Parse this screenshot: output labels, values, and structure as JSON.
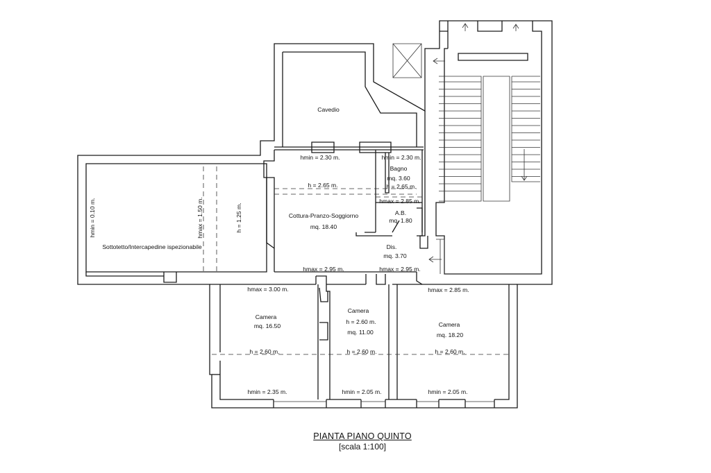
{
  "drawing": {
    "title": "PIANTA PIANO QUINTO",
    "scale": "[scala 1:100]"
  },
  "labels": {
    "cavedio": "Cavedio",
    "hmin_230_a": "hmin = 2.30 m.",
    "hmin_230_b": "hmin = 2.30 m.",
    "bagno": "Bagno",
    "bagno_area": "mq. 3.60",
    "h_265_a": "h = 2.65 m.",
    "h_265_b": "h = 2.65 m.",
    "hmax_285_a": "hmax = 2.85 m.",
    "ab": "A.B.",
    "ab_area": "mq. 1.80",
    "soggiorno": "Cottura-Pranzo-Soggiorno",
    "soggiorno_area": "mq. 18.40",
    "dis": "Dis.",
    "dis_area": "mq. 3.70",
    "hmax_295_a": "hmax = 2.95 m.",
    "hmax_295_b": "hmax = 2.95 m.",
    "hmin_010": "hmin = 0.10 m.",
    "hmax_150": "hmax = 1.50 m.",
    "h_125": "h = 1.25 m.",
    "sottotetto": "Sottotetto/Intercapedine ispezionabile",
    "hmax_300": "hmax = 3.00 m.",
    "hmax_285_b": "hmax = 2.85 m.",
    "camera1": "Camera",
    "camera1_area": "mq. 16.50",
    "camera2": "Camera",
    "camera2_h": "h = 2.60 m.",
    "camera2_area": "mq. 11.00",
    "camera3": "Camera",
    "camera3_area": "mq. 18.20",
    "h_260_a": "h = 2.60 m.",
    "h_260_b": "h = 2.60 m.",
    "h_260_c": "h = 2.60 m.",
    "hmin_235": "hmin = 2.35 m.",
    "hmin_205_a": "hmin = 2.05 m.",
    "hmin_205_b": "hmin = 2.05 m."
  }
}
